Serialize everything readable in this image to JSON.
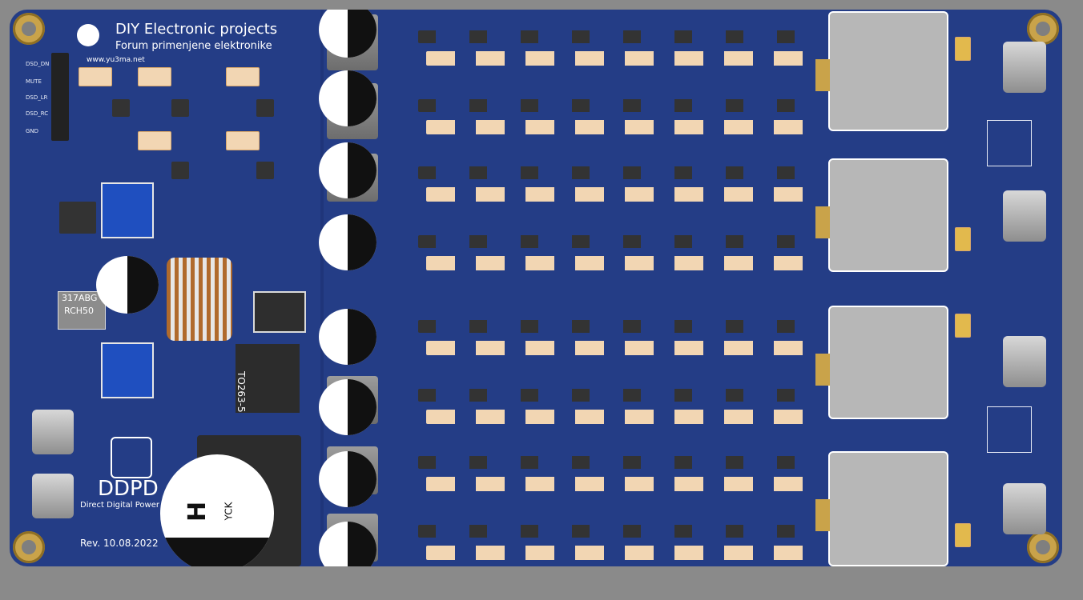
{
  "board": {
    "brand_title": "DIY Electronic projects",
    "brand_subtitle": "Forum primenjene elektronike",
    "website": "www.yu3ma.net",
    "header_pins": [
      "DSD_DN",
      "MUTE",
      "DSD_LR",
      "DSD_RC",
      "GND"
    ],
    "product_logo": "DDPD",
    "product_name": "Direct Digital Power",
    "revision": "Rev.  10.08.2022",
    "regulator_label_line1": "317ABG",
    "regulator_label_line2": "RCH50",
    "package_label": "TO263-5",
    "big_cap_mark": "H",
    "big_cap_text": "YCK"
  },
  "colors": {
    "pcb": "#243d86",
    "silkscreen": "#ffffff",
    "gold": "#c9a34a",
    "smd_pad": "#f2d6b3"
  }
}
